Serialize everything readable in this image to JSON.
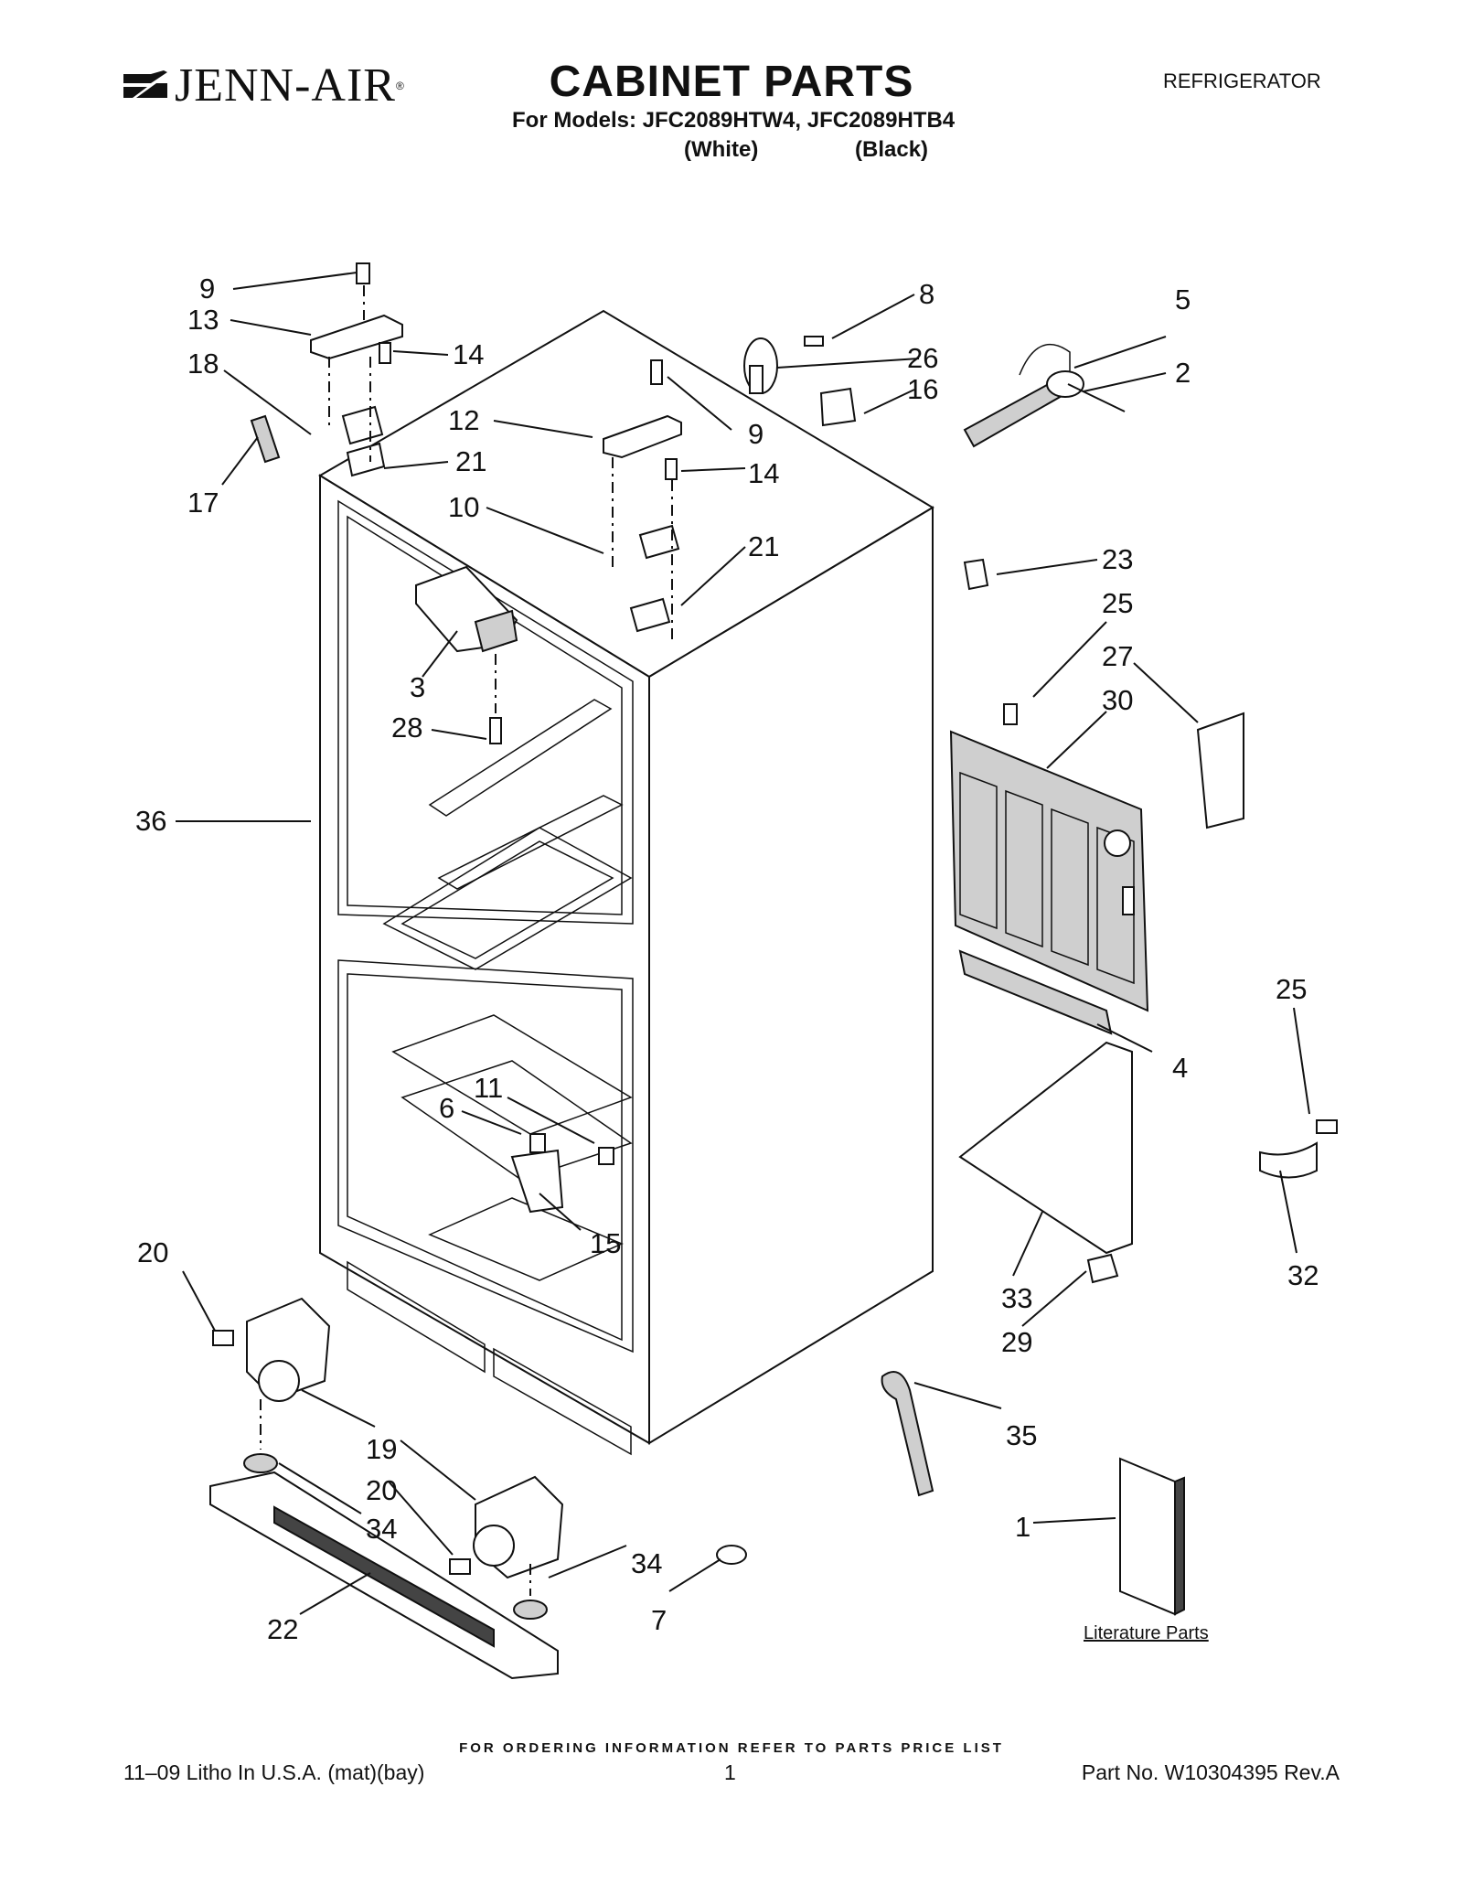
{
  "header": {
    "brand": "JENN-AIR",
    "title": "CABINET PARTS",
    "subtitle": "For Models: JFC2089HTW4, JFC2089HTB4",
    "color_white": "(White)",
    "color_black": "(Black)",
    "category": "REFRIGERATOR"
  },
  "footer": {
    "ordering_note": "FOR ORDERING INFORMATION REFER TO PARTS PRICE LIST",
    "litho": "11–09 Litho In U.S.A. (mat)(bay)",
    "page": "1",
    "part_no": "Part No. W10304395 Rev.A"
  },
  "diagram": {
    "literature_label": "Literature Parts",
    "callouts": [
      "9",
      "13",
      "14",
      "18",
      "17",
      "12",
      "21",
      "10",
      "9",
      "14",
      "21",
      "8",
      "26",
      "16",
      "5",
      "2",
      "23",
      "25",
      "27",
      "30",
      "3",
      "28",
      "36",
      "4",
      "25",
      "32",
      "11",
      "6",
      "15",
      "20",
      "33",
      "29",
      "35",
      "19",
      "20",
      "34",
      "34",
      "7",
      "22",
      "1"
    ]
  }
}
